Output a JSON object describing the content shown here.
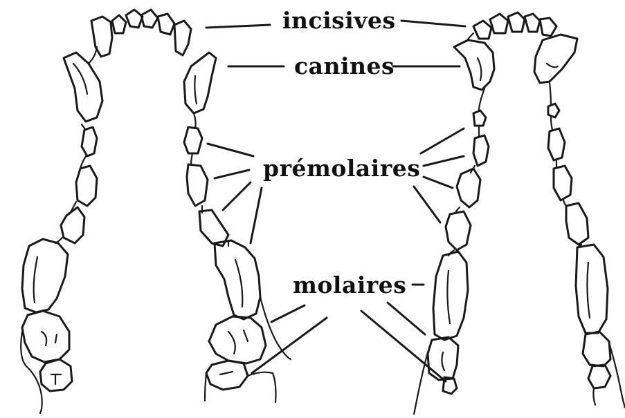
{
  "labels": {
    "incisives": "incisives",
    "canines": "canines",
    "premolaires": "prémolaires",
    "molaires": "molaires"
  },
  "colors": {
    "ink": "#1a1a1a",
    "background": "#ffffff"
  }
}
